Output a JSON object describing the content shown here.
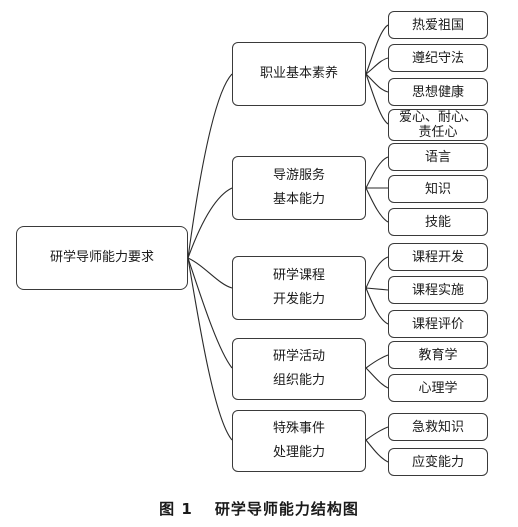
{
  "diagram": {
    "root": "研学导师能力要求",
    "groups": [
      {
        "label_line1": "职业基本素养",
        "label_line2": "",
        "items": [
          "热爱祖国",
          "遵纪守法",
          "思想健康",
          "爱心、耐心、责任心"
        ]
      },
      {
        "label_line1": "导游服务",
        "label_line2": "基本能力",
        "items": [
          "语言",
          "知识",
          "技能"
        ]
      },
      {
        "label_line1": "研学课程",
        "label_line2": "开发能力",
        "items": [
          "课程开发",
          "课程实施",
          "课程评价"
        ]
      },
      {
        "label_line1": "研学活动",
        "label_line2": "组织能力",
        "items": [
          "教育学",
          "心理学"
        ]
      },
      {
        "label_line1": "特殊事件",
        "label_line2": "处理能力",
        "items": [
          "急救知识",
          "应变能力"
        ]
      }
    ]
  },
  "caption": {
    "figure_number": "图 1",
    "title": "研学导师能力结构图"
  }
}
